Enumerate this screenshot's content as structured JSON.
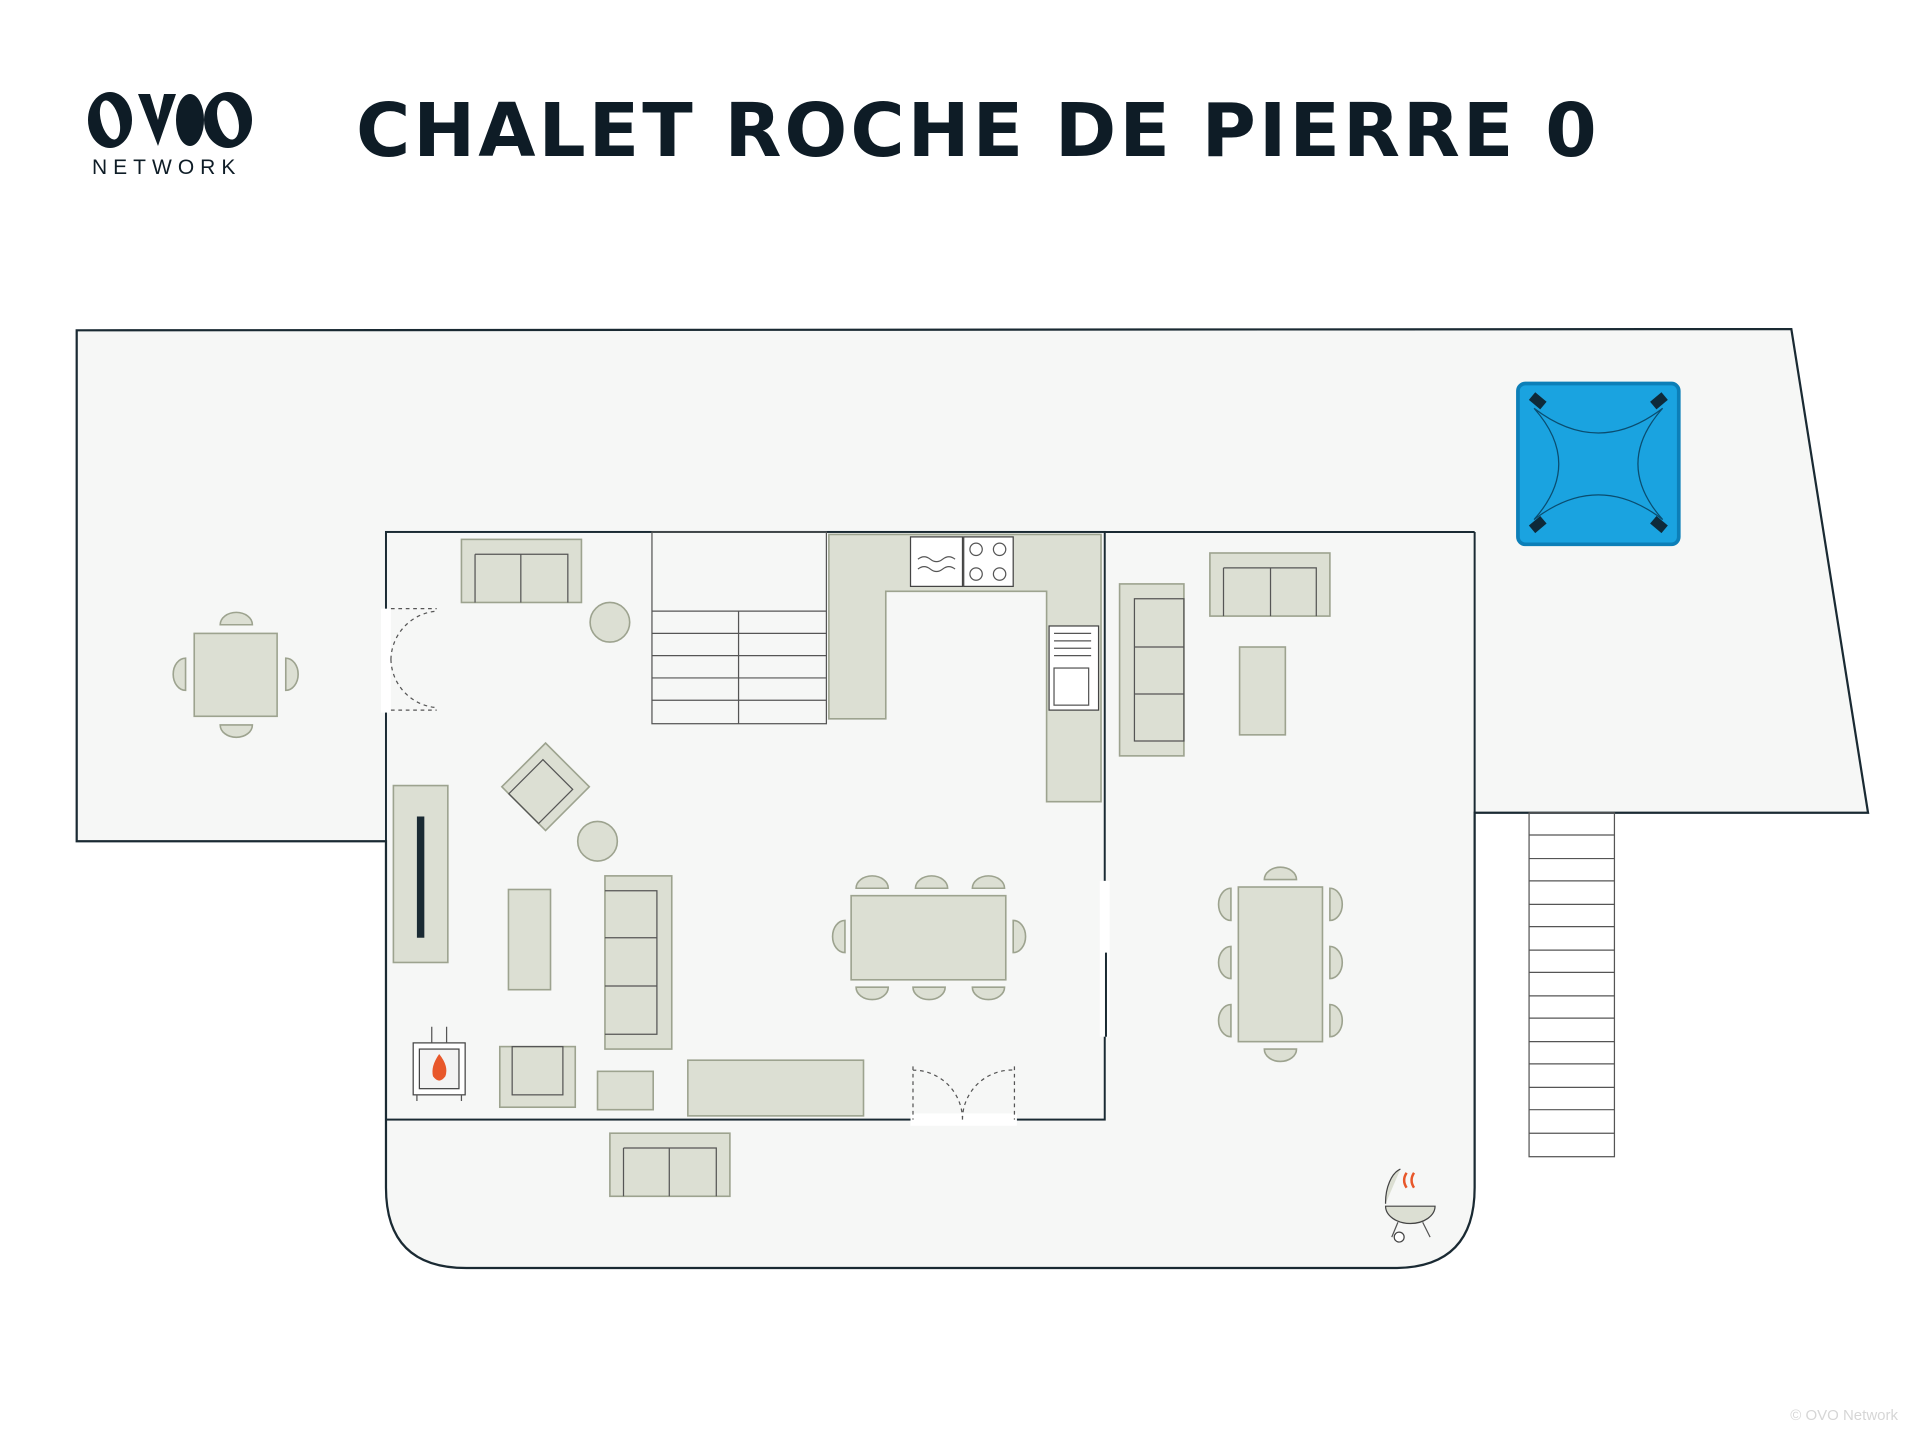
{
  "header": {
    "title": "CHALET ROCHE DE PIERRE 0",
    "logo_wordmark": "OVO",
    "logo_subtitle": "NETWORK"
  },
  "footer": {
    "copyright": "© OVO Network"
  },
  "colors": {
    "wall": "#1a2a33",
    "floor": "#f6f7f6",
    "furniture": "#dcdfd3",
    "hot_tub": "#1aa3e0",
    "fire": "#e8572a"
  }
}
